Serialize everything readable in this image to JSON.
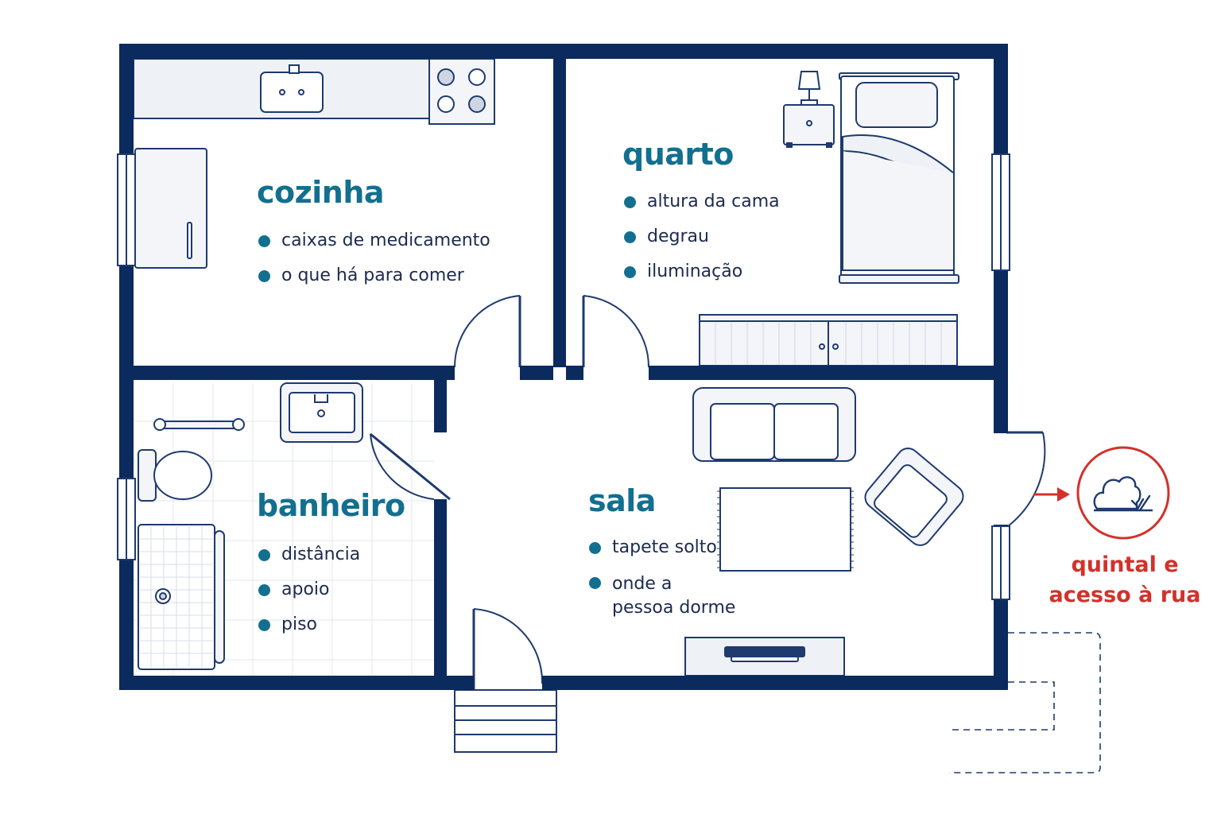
{
  "rooms": {
    "cozinha": {
      "title": "cozinha",
      "items": [
        "caixas de medicamento",
        "o que há para comer"
      ]
    },
    "quarto": {
      "title": "quarto",
      "items": [
        "altura da cama",
        "degrau",
        "iluminação"
      ]
    },
    "banheiro": {
      "title": "banheiro",
      "items": [
        "distância",
        "apoio",
        "piso"
      ]
    },
    "sala": {
      "title": "sala",
      "items": [
        "tapete solto",
        "onde a\npessoa dorme"
      ]
    }
  },
  "exterior": {
    "label": "quintal e\nacesso à rua",
    "icon": "shrub-icon",
    "arrow_icon": "arrow-right-icon"
  },
  "colors": {
    "wall": "#0b2a5e",
    "accent": "#136f8f",
    "text": "#1c2a4e",
    "exterior": "#d3312b",
    "furniture_stroke": "#1e3a6e",
    "furniture_fill": "#f3f5f9"
  }
}
